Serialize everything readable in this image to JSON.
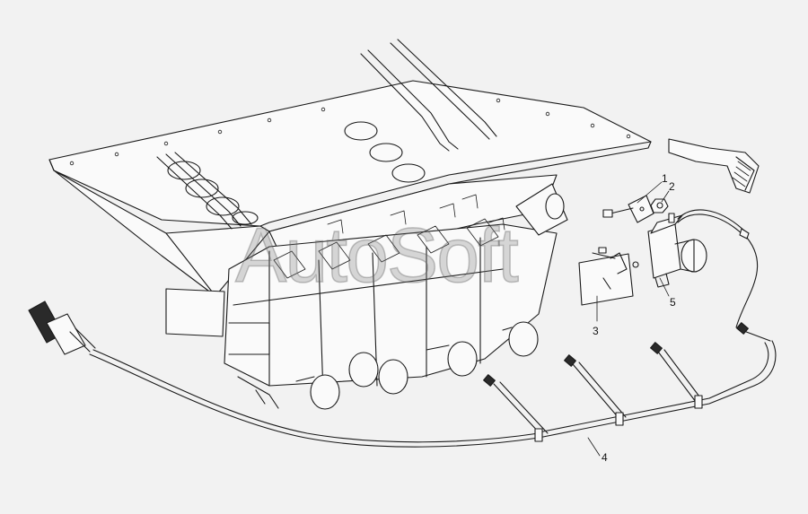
{
  "watermark": "AutoSoft",
  "callouts": [
    {
      "id": "1",
      "label": "1"
    },
    {
      "id": "2",
      "label": "2"
    },
    {
      "id": "3",
      "label": "3"
    },
    {
      "id": "4",
      "label": "4"
    },
    {
      "id": "5",
      "label": "5"
    }
  ]
}
